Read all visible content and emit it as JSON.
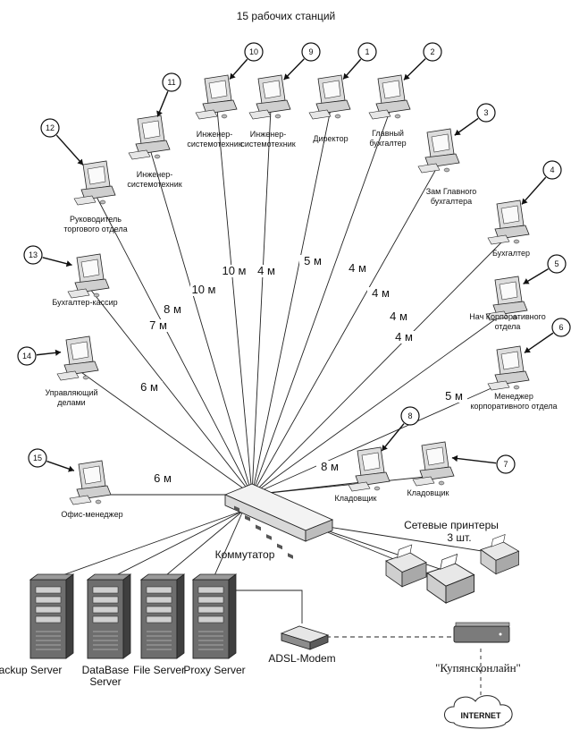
{
  "title": "15 рабочих станций",
  "switch_label": "Коммутатор",
  "printers_label_1": "Сетевые принтеры",
  "printers_label_2": "3 шт.",
  "modem_label": "ADSL-Modem",
  "isp_label": "\"Купянсконлайн\"",
  "internet_label": "INTERNET",
  "stations": [
    {
      "num": "1",
      "name": [
        "Директор"
      ],
      "dist": "5 м"
    },
    {
      "num": "2",
      "name": [
        "Главный",
        "бухгалтер"
      ],
      "dist": "4 м"
    },
    {
      "num": "3",
      "name": [
        "Зам Главного",
        "бухгалтера"
      ],
      "dist": "4 м"
    },
    {
      "num": "4",
      "name": [
        "Бухгалтер"
      ],
      "dist": "4 м"
    },
    {
      "num": "5",
      "name": [
        "Нач Корпоративного",
        "отдела"
      ],
      "dist": "4 м"
    },
    {
      "num": "6",
      "name": [
        "Менеджер",
        "корпоративного отдела"
      ],
      "dist": "5 м"
    },
    {
      "num": "7",
      "name": [
        "Кладовщик"
      ],
      "dist": ""
    },
    {
      "num": "8",
      "name": [
        "Кладовщик"
      ],
      "dist": "8 м"
    },
    {
      "num": "9",
      "name": [
        "Инженер-",
        "системотехник"
      ],
      "dist": "4 м"
    },
    {
      "num": "10",
      "name": [
        "Инженер-",
        "системотехник"
      ],
      "dist": "10 м"
    },
    {
      "num": "11",
      "name": [
        "Инженер-",
        "системотехник"
      ],
      "dist": "10 м"
    },
    {
      "num": "12",
      "name": [
        "Руководитель",
        "торгового отдела"
      ],
      "dist": "8 м"
    },
    {
      "num": "13",
      "name": [
        "Бухгалтер-кассир"
      ],
      "dist": "7 м"
    },
    {
      "num": "14",
      "name": [
        "Управляющий",
        "делами"
      ],
      "dist": "6 м"
    },
    {
      "num": "15",
      "name": [
        "Офис-менеджер"
      ],
      "dist": "6 м"
    }
  ],
  "servers": [
    {
      "name": [
        "Backup Server"
      ]
    },
    {
      "name": [
        "DataBase",
        "Server"
      ]
    },
    {
      "name": [
        "File Server"
      ]
    },
    {
      "name": [
        "Proxy Server"
      ]
    }
  ]
}
